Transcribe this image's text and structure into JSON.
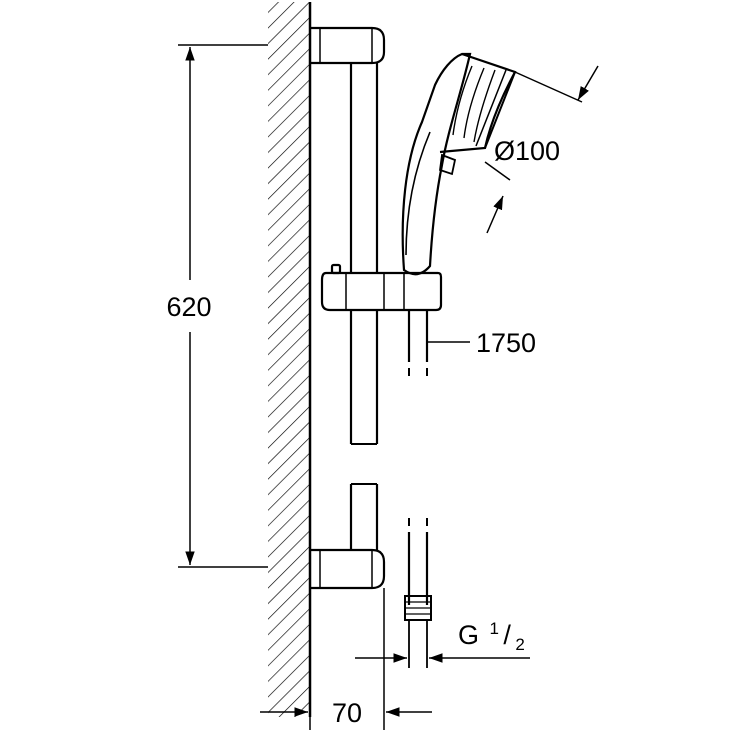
{
  "dimensions": {
    "rail_length": "620",
    "head_diameter": "Ø100",
    "hose_length": "1750",
    "wall_offset": "70",
    "thread_prefix": "G",
    "thread_numerator": "1",
    "thread_slash": "/",
    "thread_denominator": "2"
  }
}
